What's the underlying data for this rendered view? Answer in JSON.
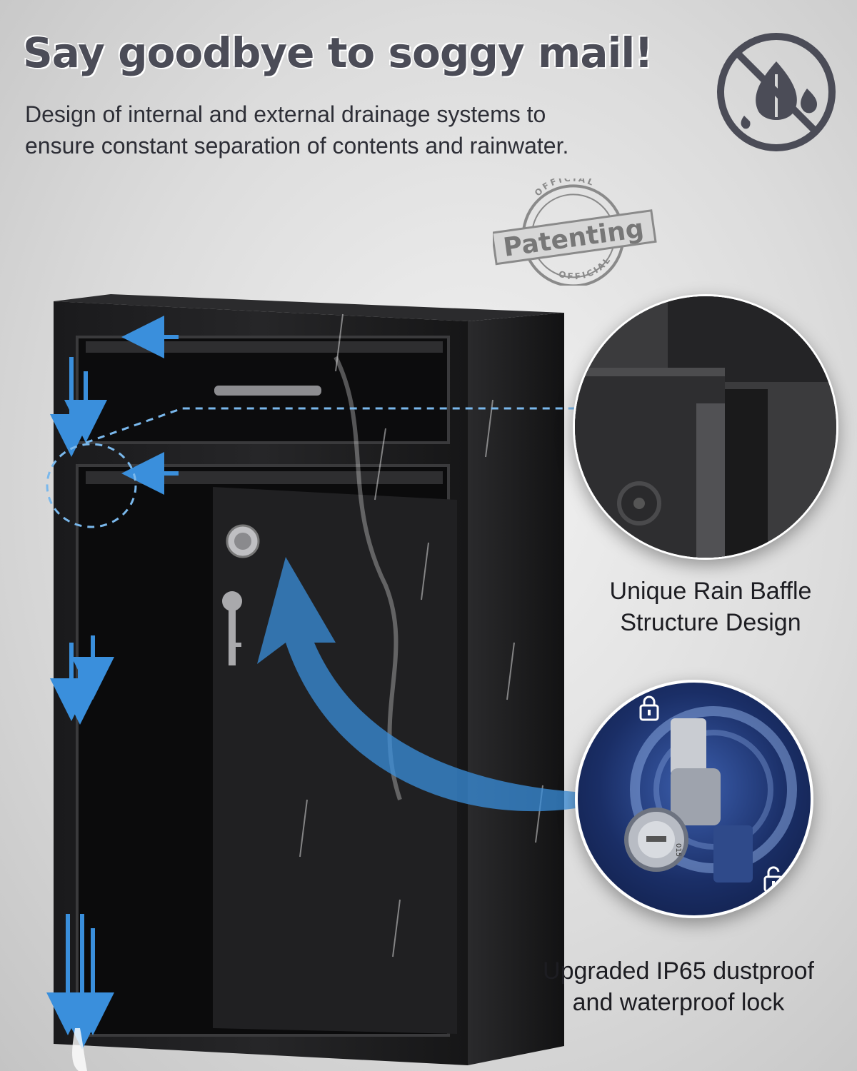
{
  "headline": "Say goodbye to soggy mail!",
  "subheadline": {
    "line1": "Design of internal and external drainage systems to",
    "line2": "ensure constant separation of contents and rainwater."
  },
  "stamp": {
    "top_text": "OFFICIAL",
    "main_text": "Patenting",
    "bottom_text": "OFFICIAL"
  },
  "features": [
    {
      "line1": "Unique Rain Baffle",
      "line2": "Structure Design"
    },
    {
      "line1": "Upgraded IP65 dustproof",
      "line2": "and waterproof lock"
    }
  ],
  "lock_core_text": "015",
  "icons": [
    "no-water-icon",
    "lock-icon",
    "unlock-icon",
    "key-icon"
  ],
  "colors": {
    "headline": "#4b4c57",
    "text": "#2d2e36",
    "mailbox": "#1b1b1d",
    "arrow_blue": "#3a8fdc",
    "lock_bg": "#1a2e66",
    "stamp_gray": "#8a8a8a"
  }
}
